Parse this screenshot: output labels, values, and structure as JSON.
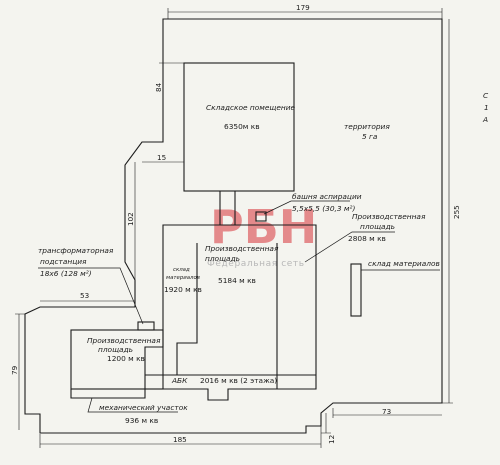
{
  "colors": {
    "line": "#1c1c1c",
    "background": "#f4f4ef",
    "watermark": "#d8353a"
  },
  "labels": {
    "warehouse_title": "Складское помещение",
    "warehouse_area": "6350м кв",
    "territory_title": "территория",
    "territory_area": "5 га",
    "tower_title": "башня аспирации",
    "tower_size": "5,5х5,5  (30,3 м²)",
    "prod_right_title_1": "Производственная",
    "prod_right_title_2": "площадь",
    "prod_right_area": "2808 м кв",
    "prod_center_title_1": "Производственная",
    "prod_center_title_2": "площадь",
    "prod_center_area": "5184 м кв",
    "store_small_1": "склад",
    "store_small_2": "материалов",
    "store_small_area": "1920 м кв",
    "store_right": "склад материалов",
    "transformer_1": "трансформаторная",
    "transformer_2": "подстанция",
    "transformer_size": "18х6  (128 м²)",
    "prod_left_title_1": "Производственная",
    "prod_left_title_2": "площадь",
    "prod_left_area": "1200 м кв",
    "abk_title": "АБК",
    "abk_area": "2016 м кв (2 этажа)",
    "mech_title": "механический участок",
    "mech_area": "936 м кв"
  },
  "dimensions": {
    "top": "179",
    "d84": "84",
    "d15": "15",
    "d102": "102",
    "d53": "53",
    "d79": "79",
    "d255": "255",
    "d73": "73",
    "d185": "185",
    "d12": "12"
  },
  "watermark": {
    "main": "РБН",
    "sub": "Федеральная  сеть"
  },
  "edge": {
    "letter_1": "С",
    "letter_2": "1",
    "letter_3": "А"
  }
}
